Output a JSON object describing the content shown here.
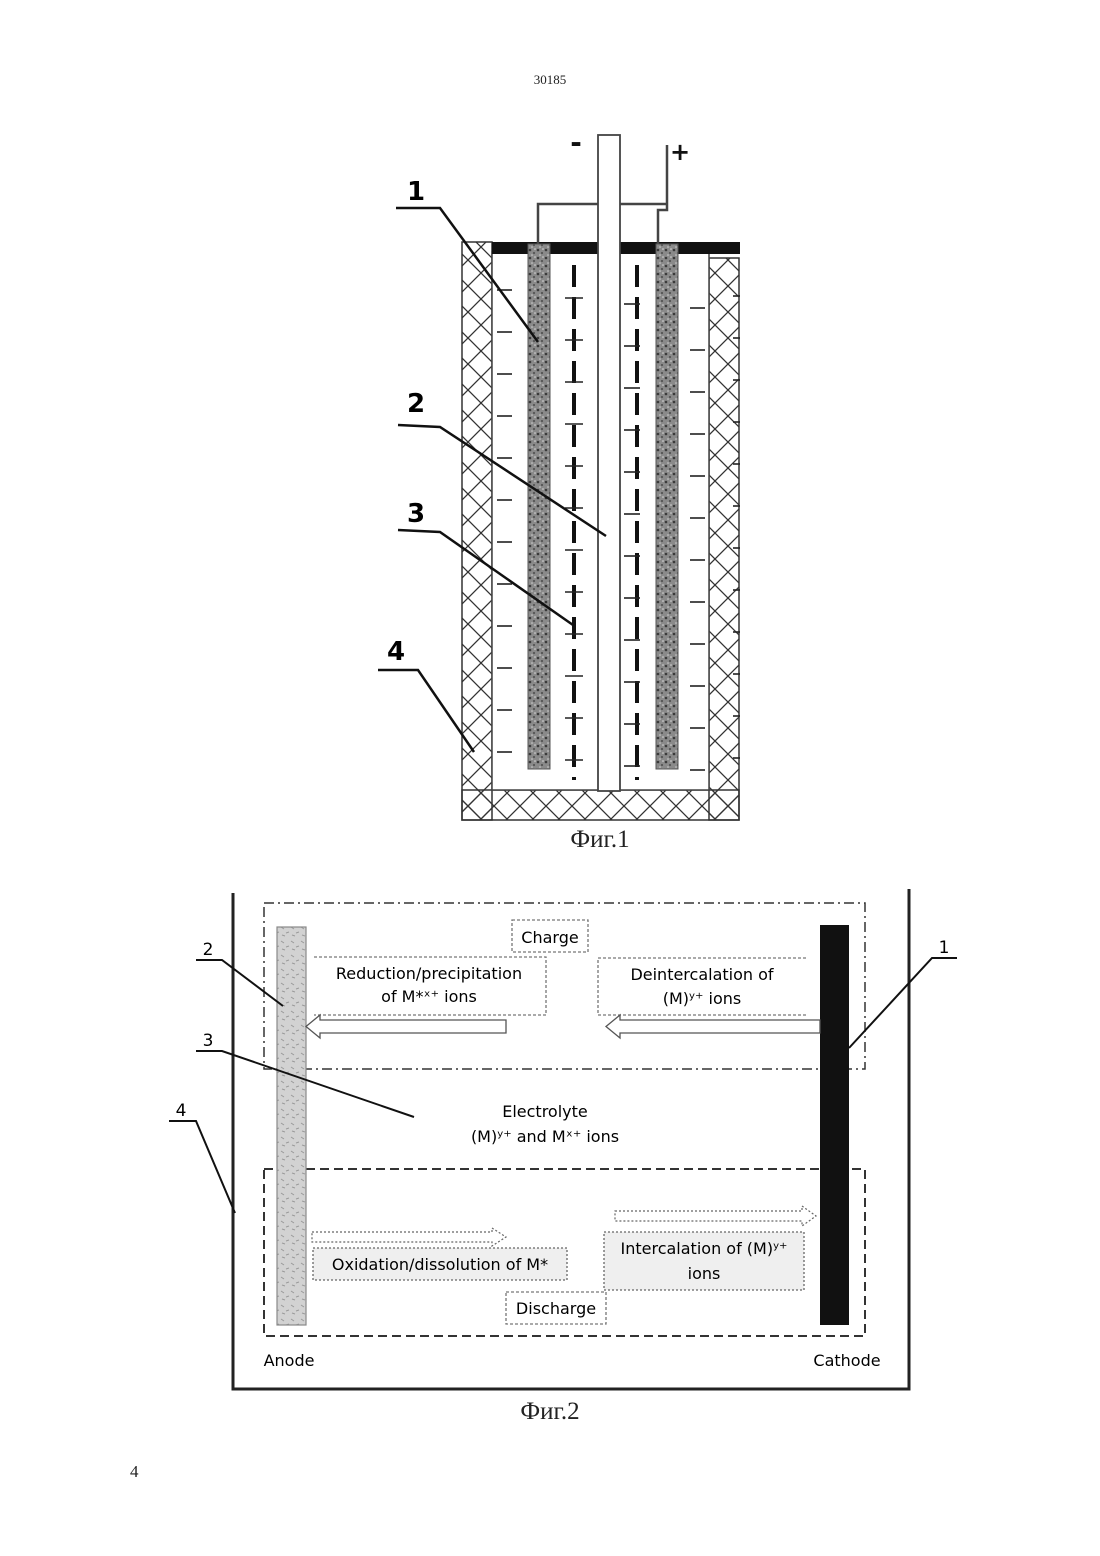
{
  "header": {
    "page_code": "30185"
  },
  "figure1": {
    "caption": "Фиг.1",
    "terminal_negative": "-",
    "terminal_positive": "+",
    "callouts": [
      "1",
      "2",
      "3",
      "4"
    ]
  },
  "figure2": {
    "caption": "Фиг.2",
    "callouts": [
      "2",
      "3",
      "4",
      "1"
    ],
    "charge_label": "Charge",
    "discharge_label": "Discharge",
    "reduction_line1": "Reduction/precipitation",
    "reduction_line2": "of M*ˣ⁺ ions",
    "deintercalation_line1": "Deintercalation of",
    "deintercalation_line2": "(M)ʸ⁺ ions",
    "electrolyte_line1": "Electrolyte",
    "electrolyte_line2": "(M)ʸ⁺ and Mˣ⁺ ions",
    "oxidation_label": "Oxidation/dissolution of M*",
    "intercalation_line1": "Intercalation of (M)ʸ⁺",
    "intercalation_line2": "ions",
    "anode_label": "Anode",
    "cathode_label": "Cathode"
  },
  "footer": {
    "page_number": "4"
  }
}
